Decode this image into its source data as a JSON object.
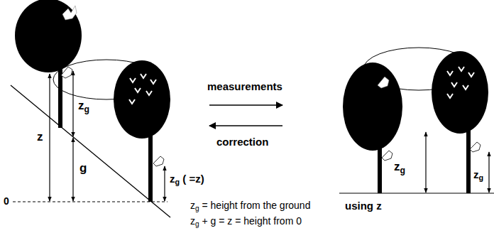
{
  "diagram": {
    "labels": [
      "z",
      "zg",
      "g",
      "zg ( =z)",
      "0",
      "measurements",
      "correction",
      "zg = height from the ground",
      "zg + g = z = height from 0",
      "using z",
      "zg",
      "zg"
    ]
  }
}
